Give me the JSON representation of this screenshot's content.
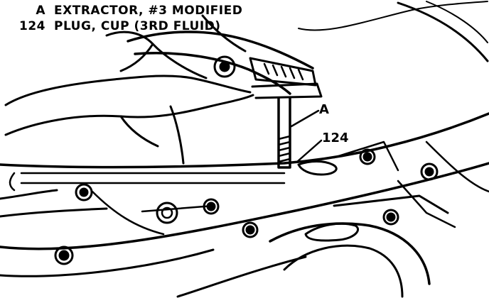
{
  "legend": [
    {
      "key": "A",
      "label": "EXTRACTOR, #3 MODIFIED"
    },
    {
      "key": "124",
      "label": "PLUG, CUP (3RD FLUID)"
    }
  ],
  "callouts": {
    "a": "A",
    "n124": "124"
  },
  "colors": {
    "ink": "#000000",
    "paper": "#ffffff"
  }
}
